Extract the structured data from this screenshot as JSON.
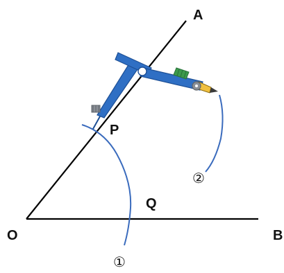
{
  "points": {
    "O": "O",
    "A": "A",
    "B": "B",
    "P": "P",
    "Q": "Q"
  },
  "steps": {
    "one": "①",
    "two": "②"
  },
  "colors": {
    "ray": "#000000",
    "arc": "#3a6bbd",
    "compass_arm": "#2f6fc4",
    "compass_arm_dark": "#1d4f95",
    "compass_hinge": "#ffffff",
    "pencil_grip": "#3c9a4b",
    "screw": "#8a8f96",
    "pencil_tip": "#f0c040"
  },
  "icons": {
    "compass": "drawing-compass-icon"
  }
}
